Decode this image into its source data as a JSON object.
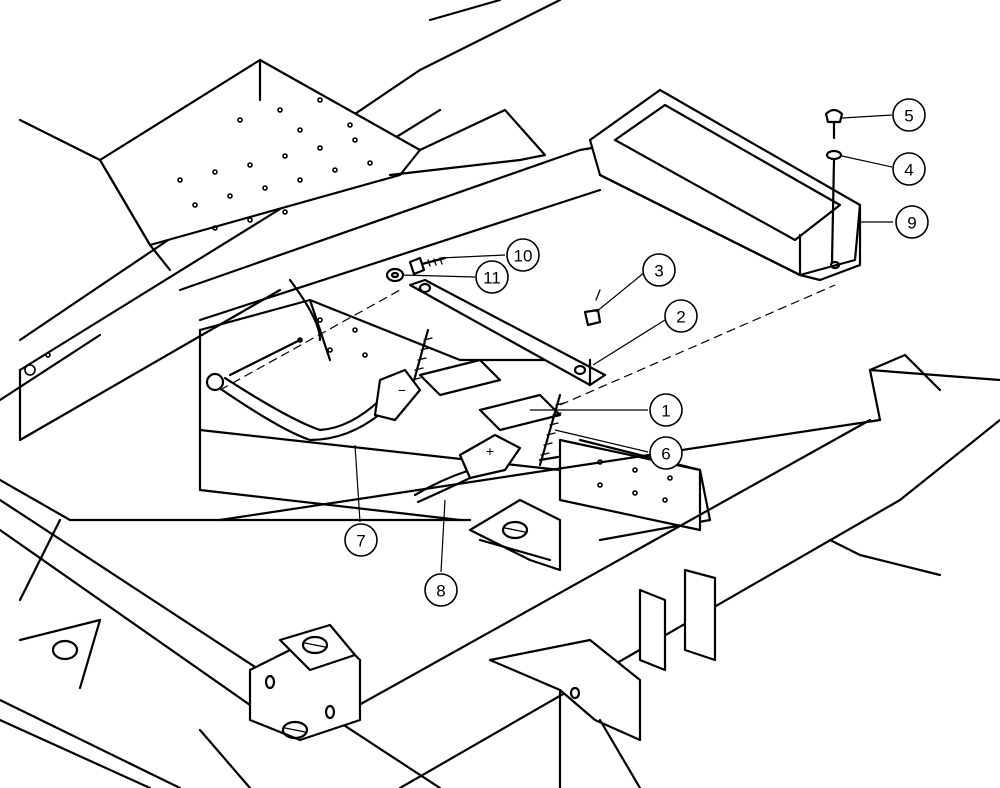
{
  "callouts": [
    {
      "label": "1"
    },
    {
      "label": "2"
    },
    {
      "label": "3"
    },
    {
      "label": "4"
    },
    {
      "label": "5"
    },
    {
      "label": "6"
    },
    {
      "label": "7"
    },
    {
      "label": "8"
    },
    {
      "label": "9"
    },
    {
      "label": "10"
    },
    {
      "label": "11"
    }
  ],
  "cable_markings": {
    "negative": "−",
    "positive": "+"
  }
}
